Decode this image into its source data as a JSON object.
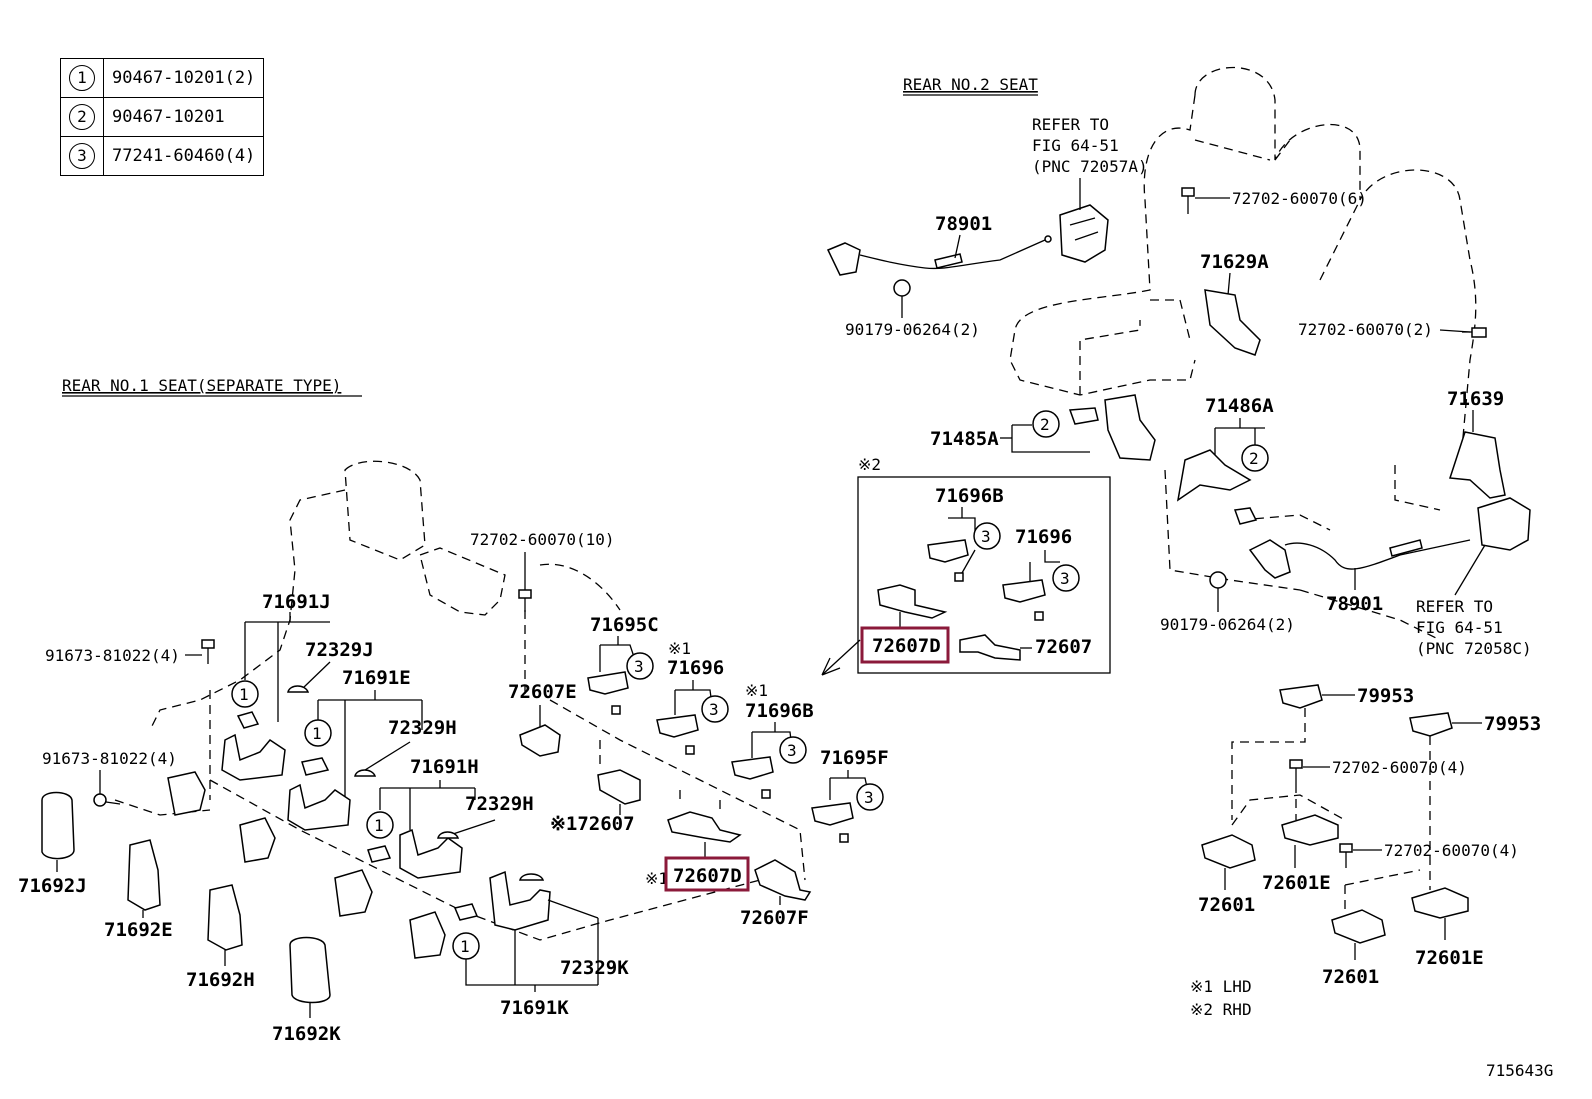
{
  "legend": [
    {
      "num": "1",
      "part": "90467-10201(2)"
    },
    {
      "num": "2",
      "part": "90467-10201"
    },
    {
      "num": "3",
      "part": "77241-60460(4)"
    }
  ],
  "titles": {
    "rear_no2": "REAR NO.2 SEAT",
    "rear_no1": "REAR NO.1 SEAT(SEPARATE TYPE)"
  },
  "refer_top": [
    "REFER TO",
    "FIG 64-51",
    "(PNC 72057A)"
  ],
  "refer_bottom": [
    "REFER TO",
    "FIG 64-51",
    "(PNC 72058C)"
  ],
  "labels": {
    "p78901_top": "78901",
    "p90179_top": "90179-06264(2)",
    "p72702_6": "72702-60070(6)",
    "p71629a": "71629A",
    "p72702_2": "72702-60070(2)",
    "p71485a": "71485A",
    "p71486a": "71486A",
    "p71639": "71639",
    "rhd_mark": "※2",
    "p71696b_box": "71696B",
    "p71696_box": "71696",
    "p72607d_box": "72607D",
    "p72607_box": "72607",
    "p78901_bot": "78901",
    "p90179_bot": "90179-06264(2)",
    "p79953_a": "79953",
    "p79953_b": "79953",
    "p72702_4a": "72702-60070(4)",
    "p72702_4b": "72702-60070(4)",
    "p72601_a": "72601",
    "p72601e_a": "72601E",
    "p72601_b": "72601",
    "p72601e_b": "72601E",
    "note1": "※1 LHD",
    "note2": "※2 RHD",
    "fig_id": "715643G",
    "p72702_10": "72702-60070(10)",
    "p71691j": "71691J",
    "p91673_a": "91673-81022(4)",
    "p72329j": "72329J",
    "p71691e": "71691E",
    "p72329h_a": "72329H",
    "p91673_b": "91673-81022(4)",
    "p71691h": "71691H",
    "p72329h_b": "72329H",
    "p71695c": "71695C",
    "lhd_mark_a": "※1",
    "p71696": "71696",
    "p72607e": "72607E",
    "lhd_mark_b": "※1",
    "p71696b": "71696B",
    "p71695f": "71695F",
    "p72607": "※172607",
    "p72607d": "72607D",
    "lhd_mark_c": "※1",
    "p72607f": "72607F",
    "p72329k": "72329K",
    "p71691k": "71691K",
    "p71692j": "71692J",
    "p71692e": "71692E",
    "p71692h": "71692H",
    "p71692k": "71692K"
  },
  "callouts": [
    "1",
    "2",
    "3"
  ]
}
